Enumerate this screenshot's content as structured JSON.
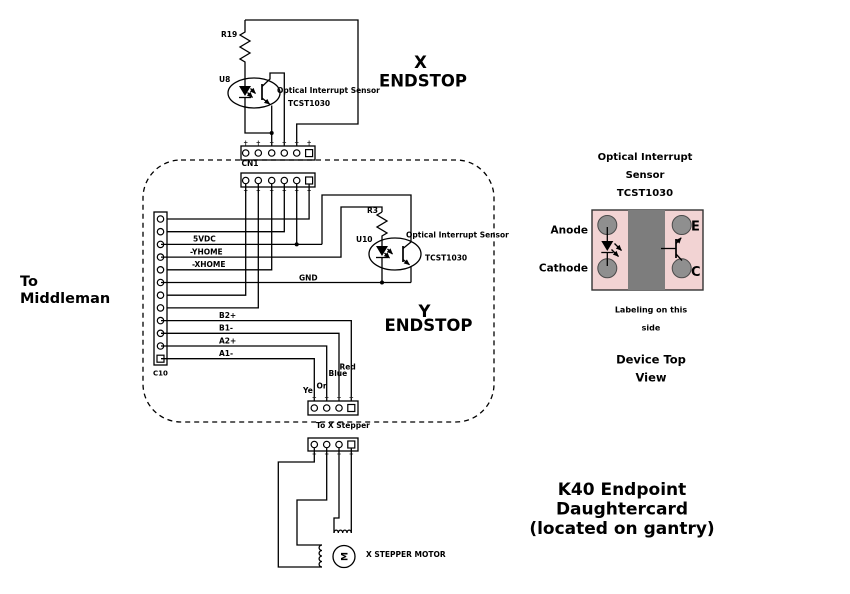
{
  "diagram": {
    "x_endstop": {
      "title_line1": "X",
      "title_line2": "ENDSTOP",
      "sensor_label": "Optical Interrupt Sensor",
      "part_number": "TCST1030",
      "resistor_ref": "R19",
      "optocoupler_ref": "U8",
      "connector_ref": "CN1"
    },
    "left_label": {
      "line1": "To",
      "line2": "Middleman"
    },
    "bus": {
      "connector_ref": "C10",
      "signals": [
        "5VDC",
        "-YHOME",
        "-XHOME",
        "GND",
        "B2+",
        "B1-",
        "A2+",
        "A1-"
      ]
    },
    "y_endstop": {
      "title_line1": "Y",
      "title_line2": "ENDSTOP",
      "sensor_label": "Optical Interrupt Sensor",
      "part_number": "TCST1030",
      "resistor_ref": "R3",
      "optocoupler_ref": "U10"
    },
    "stepper": {
      "header_label": "To X Stepper",
      "motor_label": "X STEPPER MOTOR",
      "motor_symbol": "M",
      "wire_colors": [
        "Ye",
        "Or",
        "Blue",
        "Red"
      ]
    },
    "package_view": {
      "title_line1": "Optical Interrupt",
      "title_line2": "Sensor",
      "title_line3": "TCST1030",
      "pin_anode": "Anode",
      "pin_cathode": "Cathode",
      "pin_e": "E",
      "pin_c": "C",
      "note_line1": "Labeling on this",
      "note_line2": "side",
      "view_line1": "Device Top",
      "view_line2": "View",
      "body_color": "#f2d3d3",
      "band_color": "#7d7d7d",
      "pad_color": "#8f8f8f"
    },
    "caption": {
      "line1": "K40 Endpoint",
      "line2": "Daughtercard",
      "line3": "(located on gantry)"
    }
  }
}
